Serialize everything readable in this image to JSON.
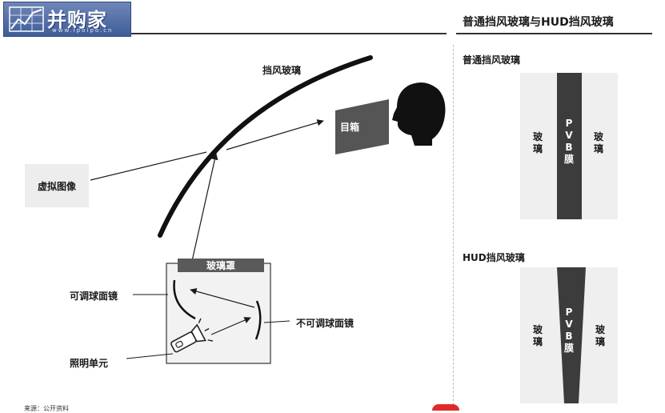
{
  "header": {
    "logo_name": "并购家",
    "logo_url": "www.ipoipo.cn",
    "title": "普通挡风玻璃与HUD挡风玻璃"
  },
  "diagram": {
    "windshield_label": "挡风玻璃",
    "eyebox_label": "目箱",
    "virtual_image_label": "虚拟图像",
    "cover_label": "玻璃罩",
    "adjustable_mirror_label": "可调球面镜",
    "fixed_mirror_label": "不可调球面镜",
    "light_unit_label": "照明单元"
  },
  "comparison": {
    "normal": {
      "title": "普通挡风玻璃",
      "left_glass": "玻璃",
      "film": "PVB膜",
      "right_glass": "玻璃"
    },
    "hud": {
      "title": "HUD挡风玻璃",
      "left_glass": "玻璃",
      "film": "PVB膜",
      "right_glass": "玻璃"
    }
  },
  "footer": {
    "note": "来源：公开资料"
  },
  "colors": {
    "logo_blue": "#3f5d99",
    "film_dark": "#3c3c3c",
    "panel_gray": "#efefef"
  }
}
